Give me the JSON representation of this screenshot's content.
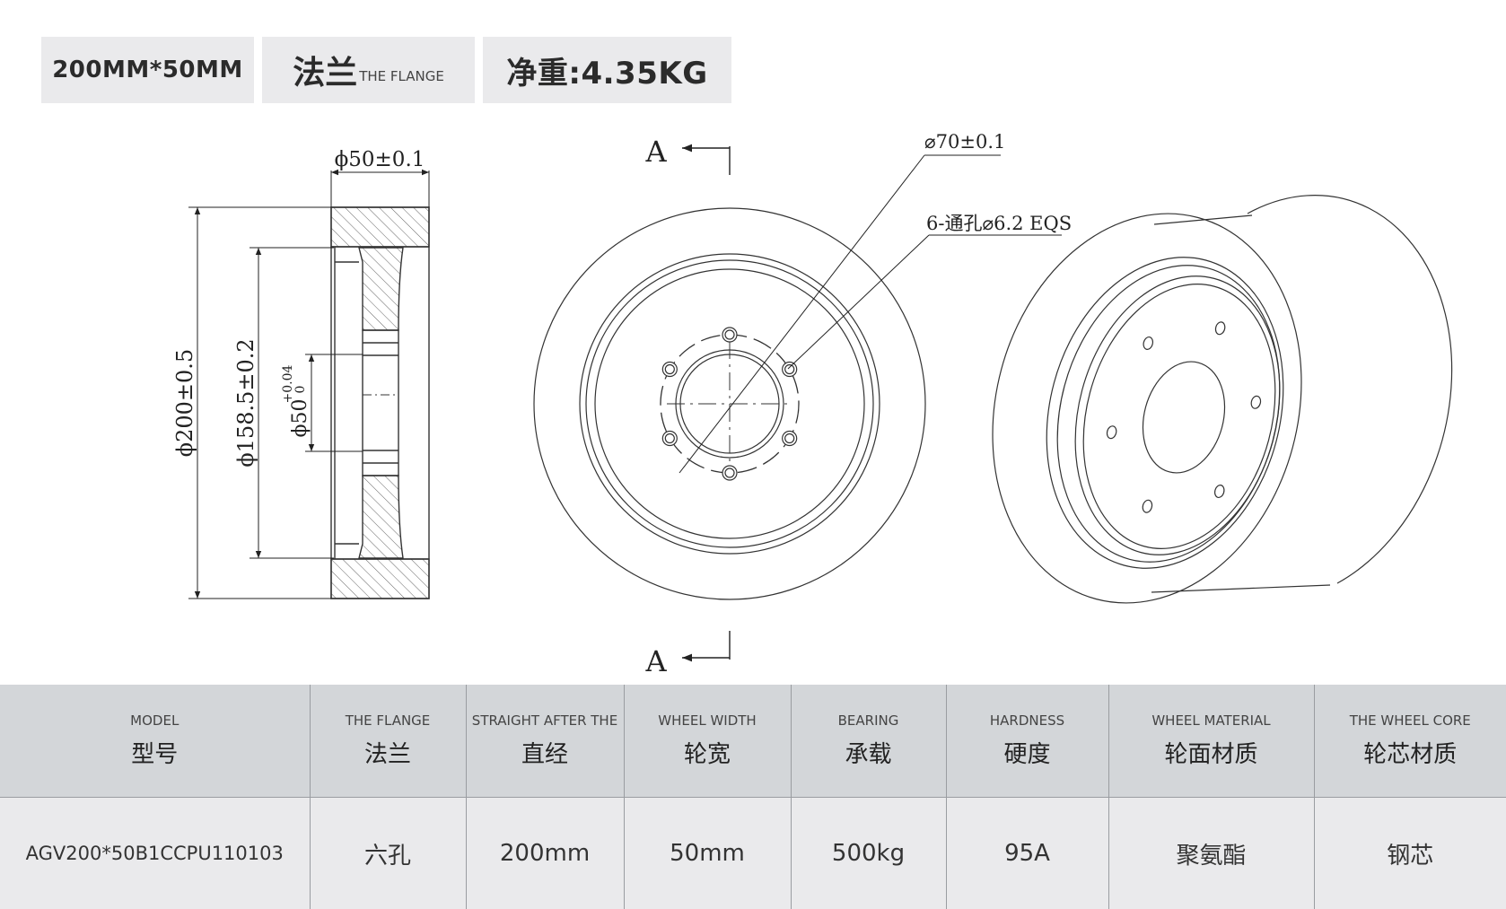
{
  "tags": {
    "size": "200MM*50MM",
    "flange_cn": "法兰",
    "flange_en": "THE FLANGE",
    "weight": "净重:4.35KG"
  },
  "drawing": {
    "section_label_top": "A",
    "section_label_bottom": "A",
    "dim_width": "ϕ50±0.1",
    "dim_outer_dia": "ϕ200±0.5",
    "dim_inner_dia": "ϕ158.5±0.2",
    "dim_bore": "ϕ50",
    "dim_bore_tol_upper": "+0.04",
    "dim_bore_tol_lower": "0",
    "callout_pcd": "⌀70±0.1",
    "callout_holes": "6-通孔⌀6.2 EQS"
  },
  "table": {
    "headers": [
      {
        "en": "MODEL",
        "cn": "型号"
      },
      {
        "en": "THE FLANGE",
        "cn": "法兰"
      },
      {
        "en": "STRAIGHT AFTER THE",
        "cn": "直经"
      },
      {
        "en": "WHEEL WIDTH",
        "cn": "轮宽"
      },
      {
        "en": "BEARING",
        "cn": "承载"
      },
      {
        "en": "HARDNESS",
        "cn": "硬度"
      },
      {
        "en": "WHEEL MATERIAL",
        "cn": "轮面材质"
      },
      {
        "en": "THE WHEEL CORE",
        "cn": "轮芯材质"
      }
    ],
    "row": [
      "AGV200*50B1CCPU110103",
      "六孔",
      "200mm",
      "50mm",
      "500kg",
      "95A",
      "聚氨酯",
      "钢芯"
    ]
  },
  "colors": {
    "tag_background": "#eaeaec",
    "header_background": "#d3d6d9",
    "row_background": "#eaeaec",
    "line": "#333333"
  }
}
